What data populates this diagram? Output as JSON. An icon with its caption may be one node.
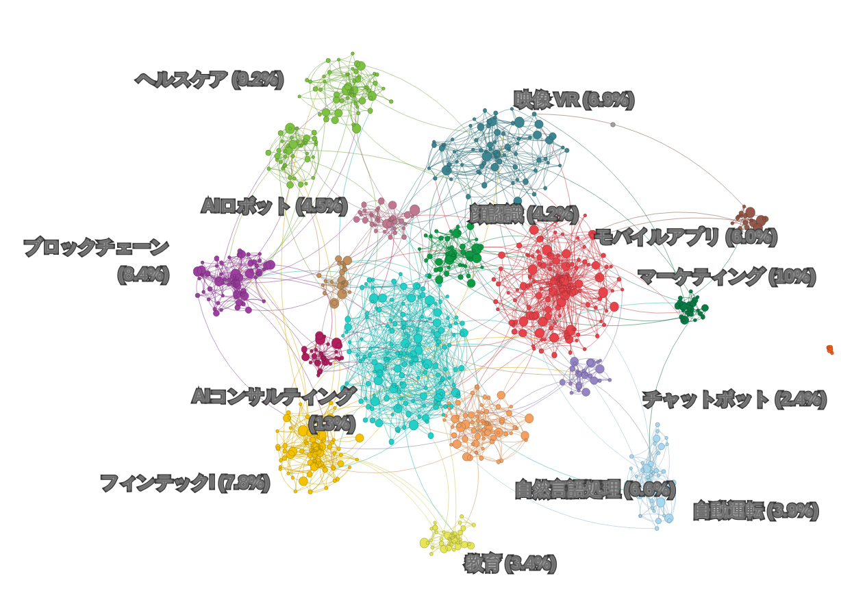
{
  "diagram": {
    "labels": [
      "ヘルスケア (9.2%)",
      "映像 VR (6.9%)",
      "AIロボット (4.5%)",
      "顔認識 (4.2%)",
      "モバイルアプリ (6.0%)",
      "ブロックチェーン (8.4%)",
      "マーケティング (10%)",
      "AIコンサルティング (13%)",
      "チャットボット (2.4%)",
      "フィンテックl (7.8%)",
      "自然言語処理 (6.6%)",
      "自動運転 (3.9%)",
      "教育 (3.4%)"
    ]
  }
}
